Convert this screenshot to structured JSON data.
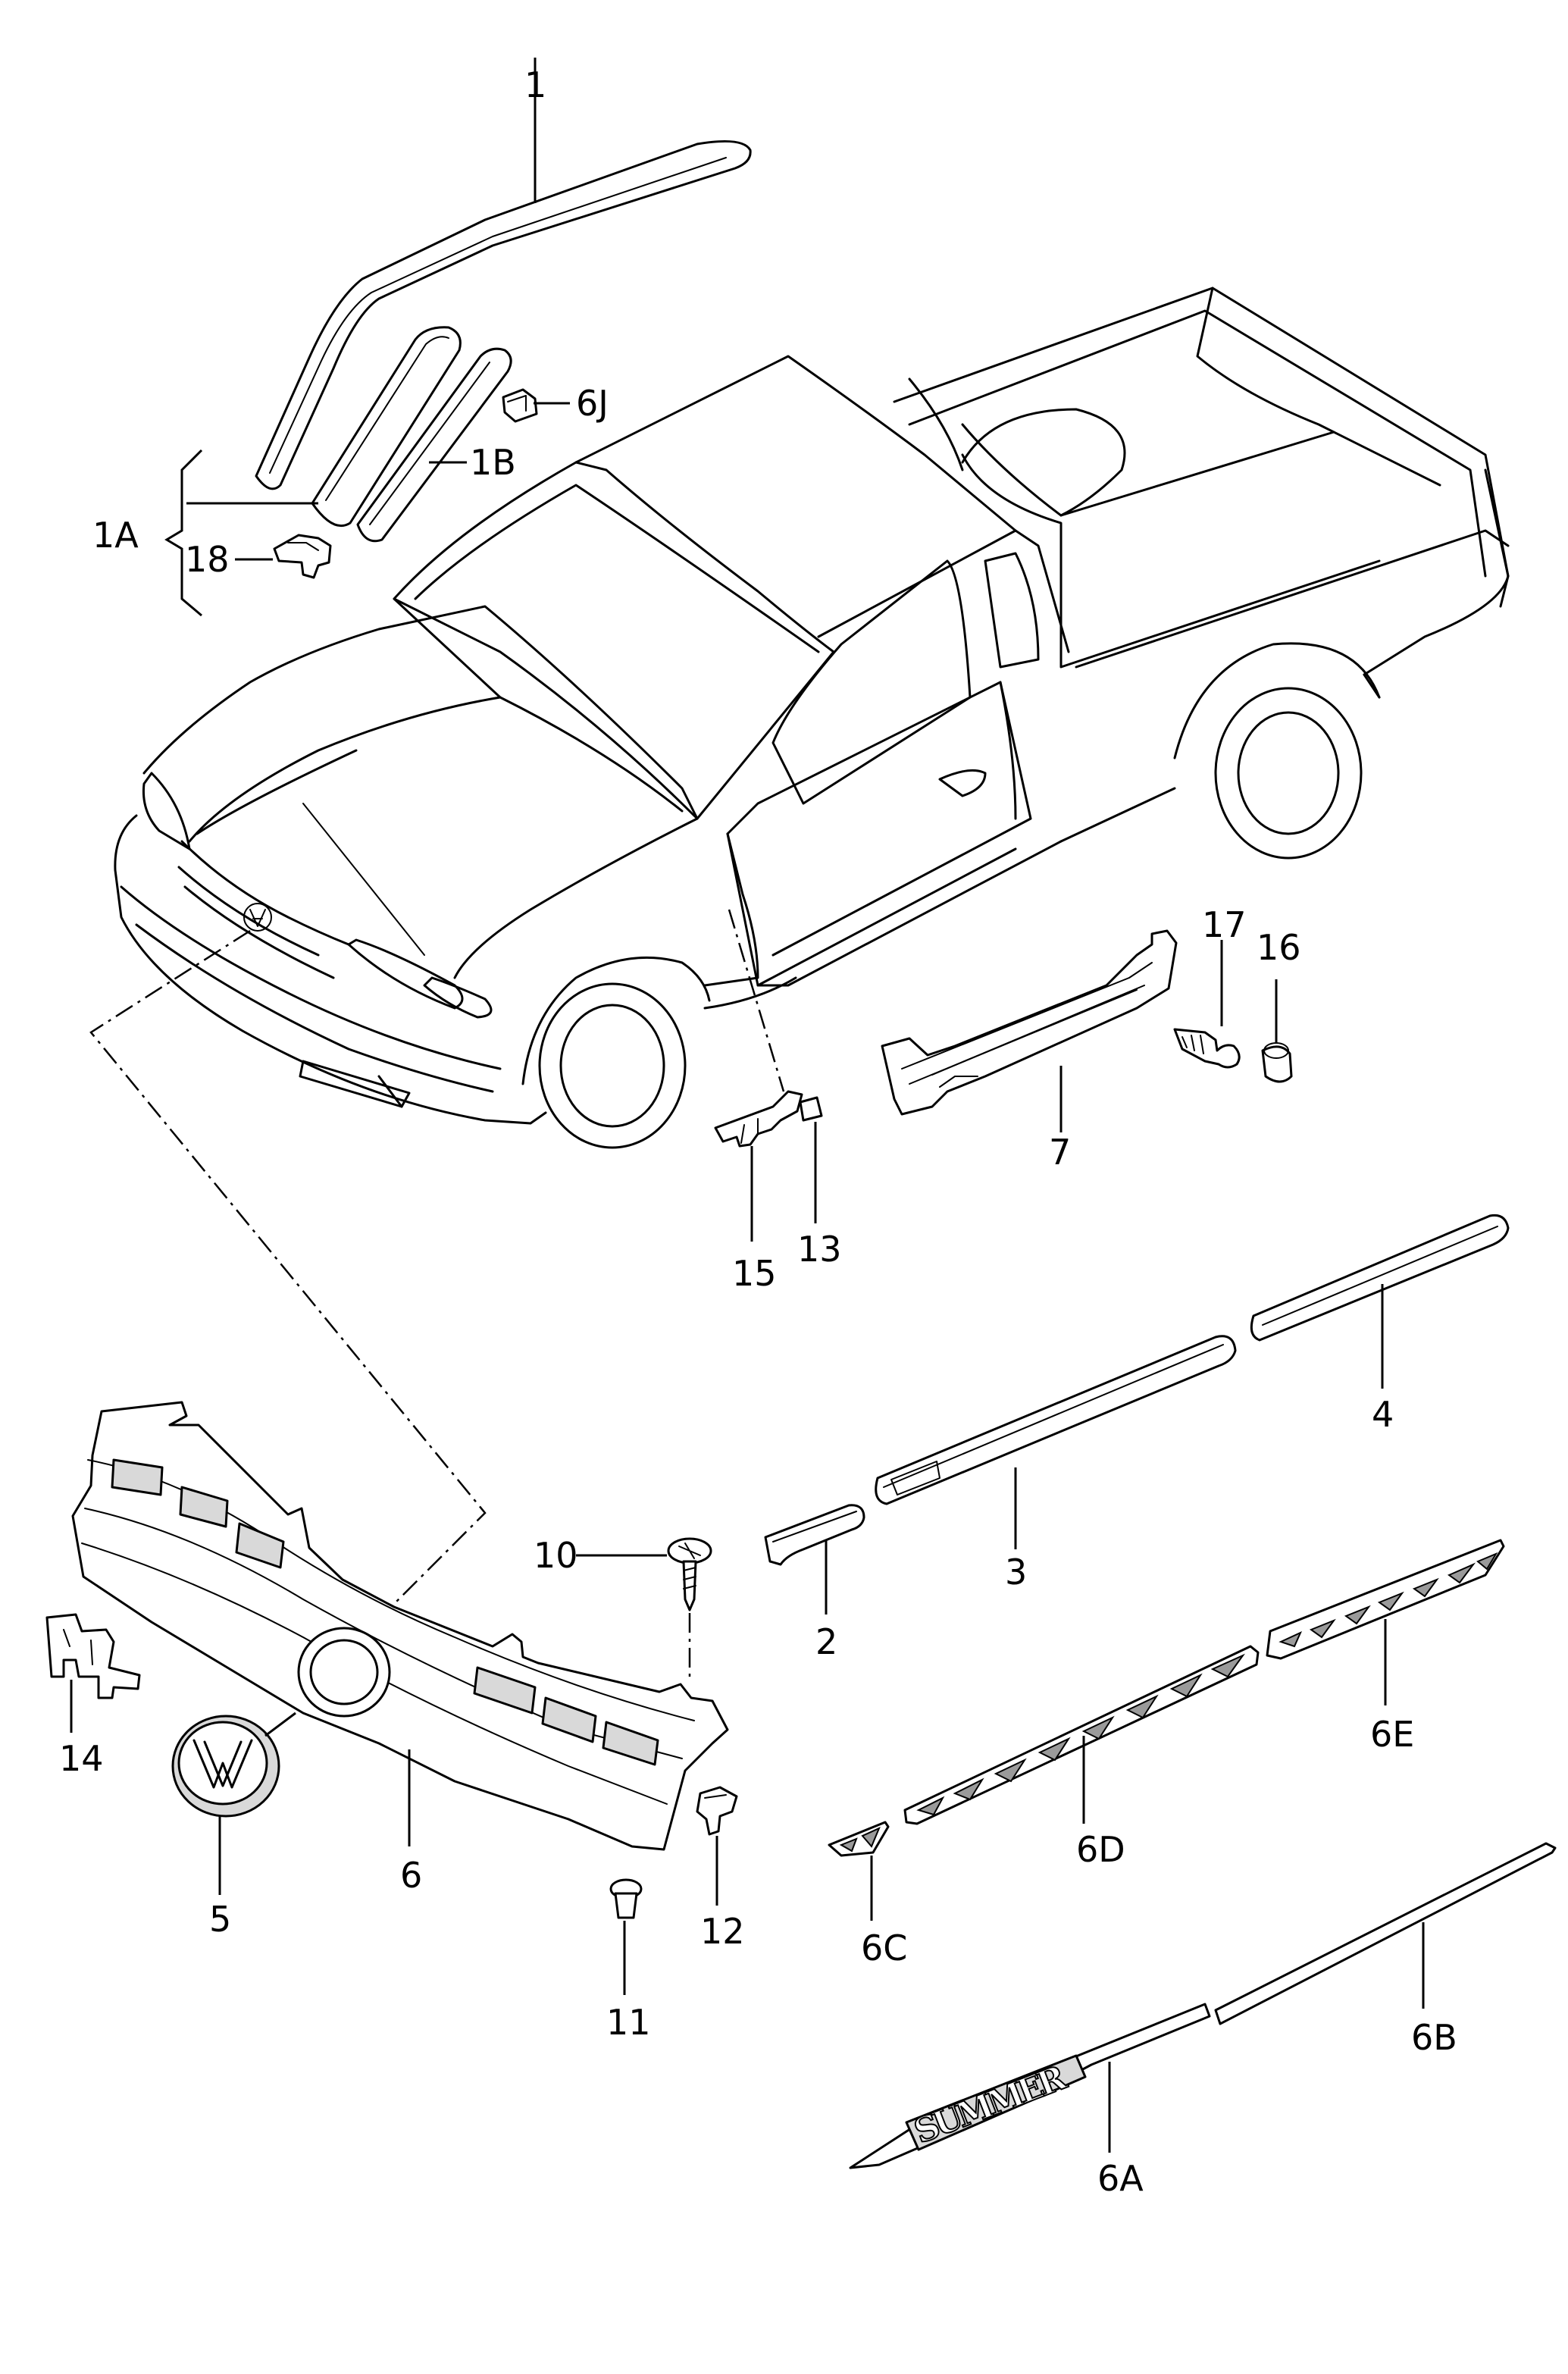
{
  "labels": {
    "p1": "1",
    "p1A": "1A",
    "p1B": "1B",
    "p6J": "6J",
    "p18": "18",
    "p17": "17",
    "p16": "16",
    "p7": "7",
    "p15": "15",
    "p13": "13",
    "p4": "4",
    "p3": "3",
    "p2": "2",
    "p10": "10",
    "p14": "14",
    "p5": "5",
    "p6": "6",
    "p12": "12",
    "p11": "11",
    "p6E": "6E",
    "p6D": "6D",
    "p6C": "6C",
    "p6B": "6B",
    "p6A": "6A"
  },
  "decal_text": "SUMMER"
}
